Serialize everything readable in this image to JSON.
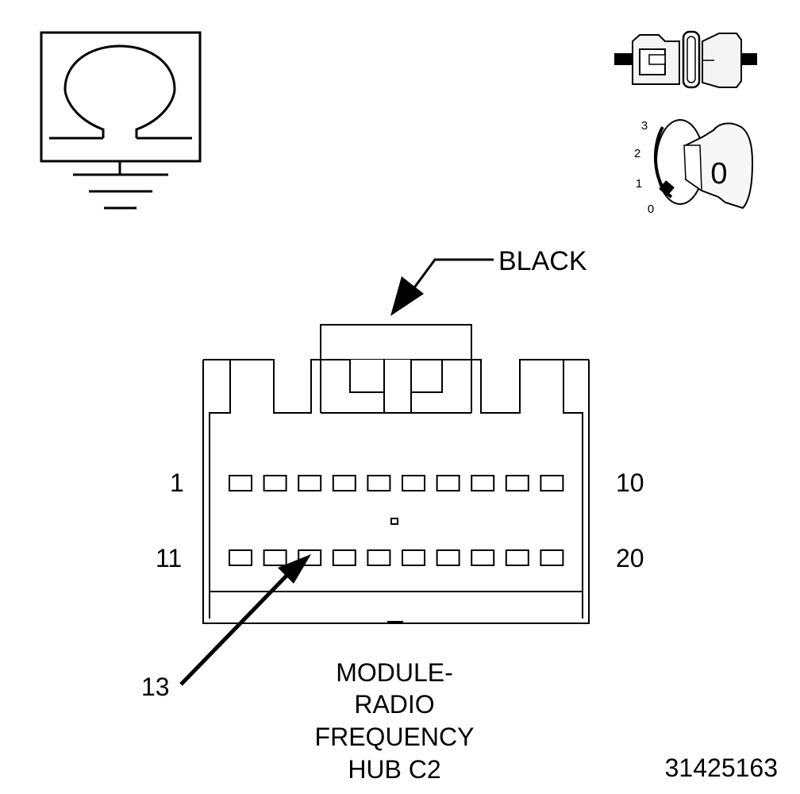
{
  "diagram": {
    "connector_color_label": "BLACK",
    "pin_labels": {
      "row1_start": "1",
      "row1_end": "10",
      "row2_start": "11",
      "row2_end": "20"
    },
    "callout_pin": "13",
    "caption_lines": [
      "MODULE-",
      "RADIO",
      "FREQUENCY",
      "HUB C2"
    ],
    "figure_number": "31425163",
    "ignition_positions": [
      "3",
      "2",
      "1",
      "0"
    ],
    "ignition_key_position": "0"
  },
  "icons": {
    "ohmmeter": "ohmmeter-ground-icon",
    "connector": "disconnected-connector-icon",
    "ignition": "ignition-key-off-icon"
  },
  "colors": {
    "line": "#000000",
    "background": "#ffffff"
  }
}
